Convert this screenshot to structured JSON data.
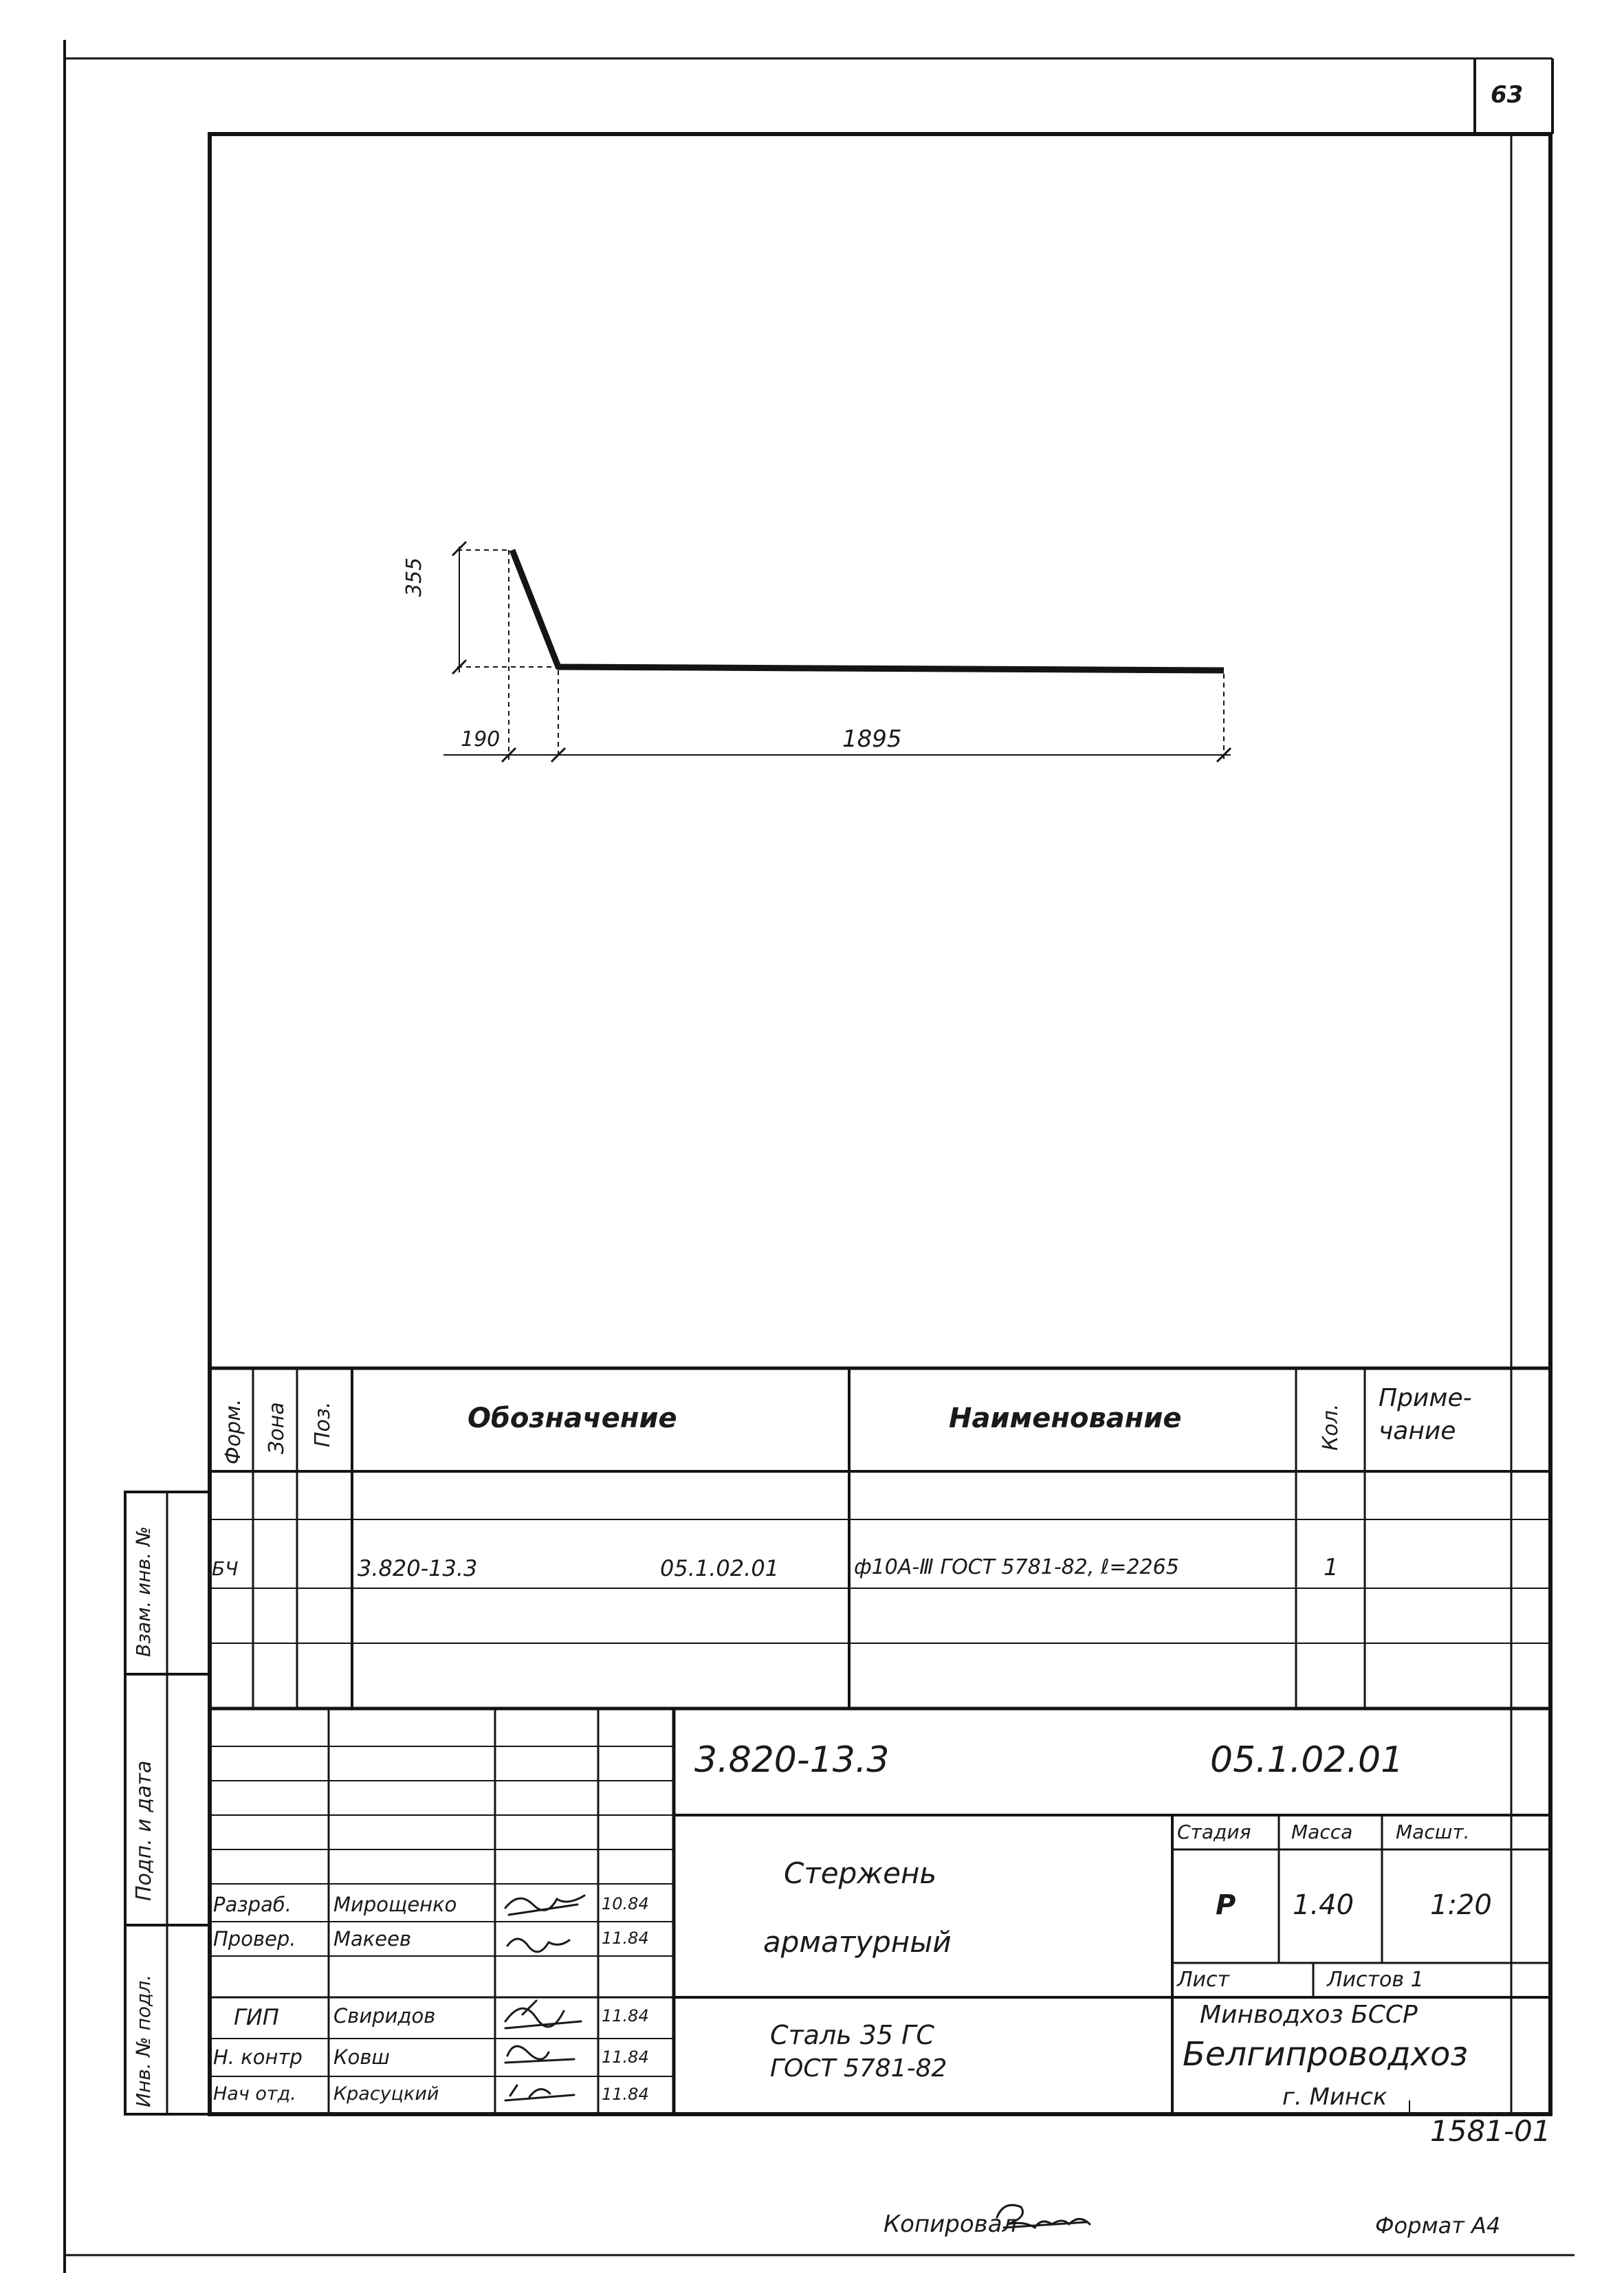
{
  "sheet": {
    "page_number": "63",
    "copied_label": "Копировал",
    "format_label": "Формат А4",
    "archive_number": "1581-01"
  },
  "drawing": {
    "dim_height": "355",
    "dim_left": "190",
    "dim_right": "1895"
  },
  "spec_table": {
    "headers": {
      "format": "Форм.",
      "zone": "Зона",
      "position": "Поз.",
      "designation": "Обозначение",
      "name": "Наименование",
      "quantity": "Кол.",
      "note": "Приме-чание"
    },
    "rows": [
      {
        "format": "БЧ",
        "designation_code": "3.820-13.3",
        "designation_suffix": "05.1.02.01",
        "name": "ф10А-Ⅲ ГОСТ 5781-82, ℓ=2265",
        "quantity": "1"
      }
    ]
  },
  "side_stamp": {
    "replaced_inv": "Взам. инв. №",
    "sign_date": "Подп. и дата",
    "inv_original": "Инв. № подл."
  },
  "title_block": {
    "document_code": "3.820-13.3",
    "document_suffix": "05.1.02.01",
    "title_line1": "Стержень",
    "title_line2": "арматурный",
    "material_line1": "Сталь 35 ГС",
    "material_line2": "ГОСТ 5781-82",
    "stage_label": "Стадия",
    "mass_label": "Масса",
    "scale_label": "Масшт.",
    "stage_value": "Р",
    "mass_value": "1.40",
    "scale_value": "1:20",
    "sheet_label": "Лист",
    "sheets_label": "Листов 1",
    "org_line1": "Минводхоз БССР",
    "org_line2": "Белгипроводхоз",
    "org_line3": "г. Минск",
    "signers": [
      {
        "role": "Разраб.",
        "name": "Мирощенко",
        "date": "10.84"
      },
      {
        "role": "Провер.",
        "name": "Макеев",
        "date": "11.84"
      },
      {
        "role": "ГИП",
        "name": "Свиридов",
        "date": "11.84"
      },
      {
        "role": "Н. контр",
        "name": "Ковш",
        "date": "11.84"
      },
      {
        "role": "Нач отд.",
        "name": "Красуцкий",
        "date": "11.84"
      }
    ]
  }
}
